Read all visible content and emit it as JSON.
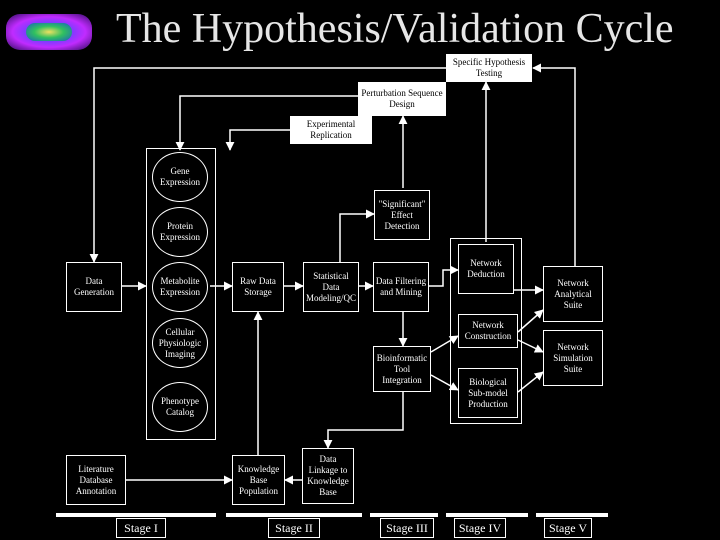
{
  "title": "The Hypothesis/Validation Cycle",
  "nodes": {
    "specific_hypothesis": "Specific Hypothesis Testing",
    "perturbation_sequence": "Perturbation Sequence Design",
    "experimental_replication": "Experimental Replication",
    "gene_expression": "Gene Expression",
    "protein_expression": "Protein Expression",
    "metabolite_expression": "Metabolite Expression",
    "cellular_physiology": "Cellular Physiologic Imaging",
    "phenotype_catalog": "Phenotype Catalog",
    "data_generation": "Data Generation",
    "raw_data_storage": "Raw Data Storage",
    "statistical_modeling": "Statistical Data Modeling/QC",
    "significant_effect": "\"Significant\" Effect Detection",
    "data_filtering": "Data Filtering and Mining",
    "bioinformatic_integration": "Bioinformatic Tool Integration",
    "network_deduction": "Network Deduction",
    "network_construction": "Network Construction",
    "biological_submodel": "Biological Sub-model Production",
    "network_analytical": "Network Analytical Suite",
    "network_simulation": "Network Simulation Suite",
    "literature_database": "Literature Database Annotation",
    "knowledge_base_population": "Knowledge Base Population",
    "data_linkage": "Data Linkage to Knowledge Base"
  },
  "stages": [
    "Stage I",
    "Stage II",
    "Stage III",
    "Stage IV",
    "Stage V"
  ]
}
